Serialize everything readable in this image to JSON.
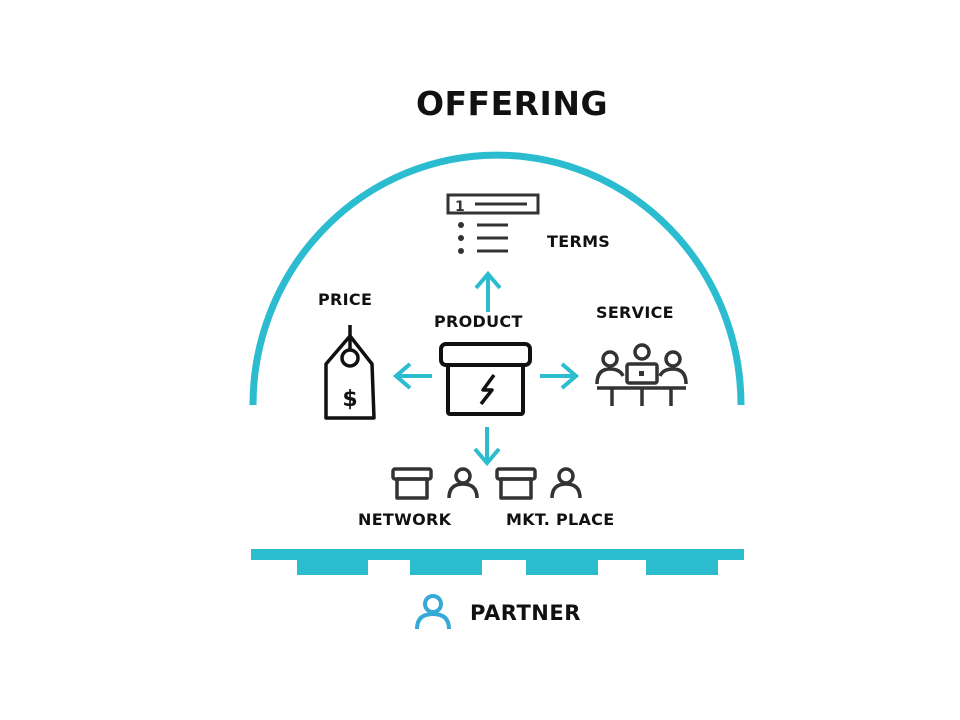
{
  "diagram": {
    "title": "OFFERING",
    "nodes": {
      "terms": "TERMS",
      "price": "PRICE",
      "product": "PRODUCT",
      "service": "SERVICE",
      "network": "NETWORK",
      "mkt_place": "MKT. PLACE",
      "partner": "PARTNER"
    },
    "terms_list_number": "1",
    "price_tag_symbol": "$"
  },
  "colors": {
    "accent": "#2bbcd0",
    "partner_icon": "#35a9d8",
    "ink": "#111111",
    "icon_gray": "#333333"
  },
  "icons": [
    "terms-list-icon",
    "price-tag-icon",
    "product-box-icon",
    "service-team-icon",
    "network-box-icon",
    "network-person-icon",
    "marketplace-box-icon",
    "marketplace-person-icon",
    "partner-person-icon"
  ]
}
